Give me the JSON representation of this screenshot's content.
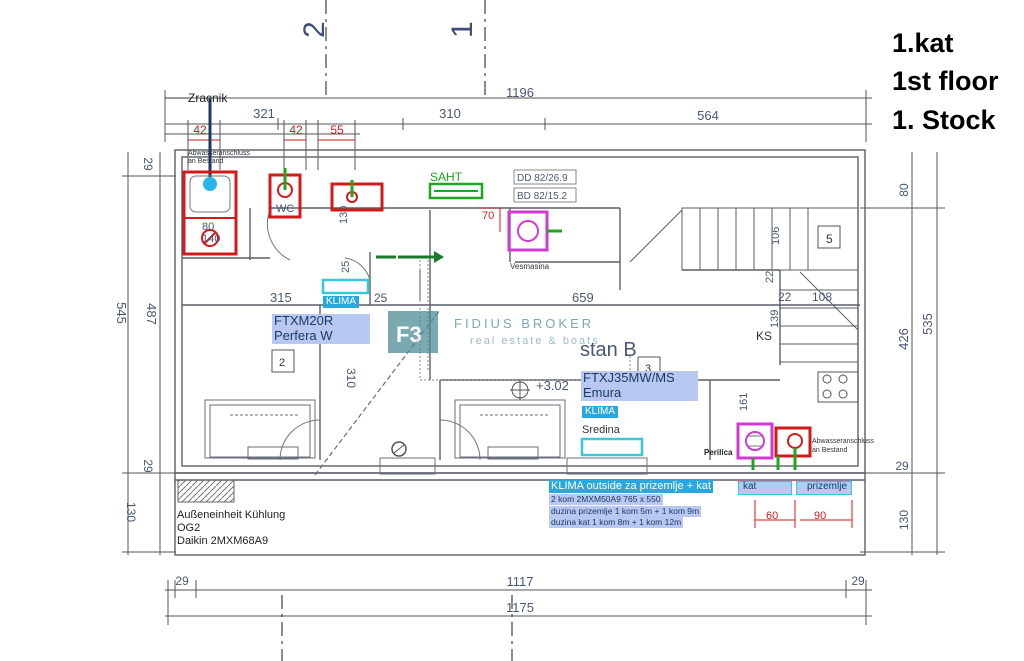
{
  "title": {
    "line1": "1.kat",
    "line2": "1st floor",
    "line3": "1. Stock"
  },
  "axes": {
    "two": "2",
    "one": "1"
  },
  "dims": {
    "total_top": "1196",
    "d321": "321",
    "d310_top": "310",
    "d564": "564",
    "d42a": "42",
    "d42b": "42",
    "d55": "55",
    "d29_left": "29",
    "d545": "545",
    "d487": "487",
    "d130_left": "130",
    "d29b_left": "29",
    "d80_right": "80",
    "d535": "535",
    "d426": "426",
    "d29_right": "29",
    "d130_right": "130",
    "d315": "315",
    "d659": "659",
    "d310_v": "310",
    "d130_v": "130",
    "d25a": "25",
    "d25b": "25",
    "d70": "70",
    "d106": "106",
    "d22a": "22",
    "d22b": "22",
    "d108": "108",
    "d139": "139",
    "d161": "161",
    "d29_bl": "29",
    "d1117": "1117",
    "d29_br": "29",
    "d1175": "1175",
    "d80_basin": "80",
    "d140": "140",
    "d60": "60",
    "d90": "90"
  },
  "labels": {
    "zracnik": "Zracnik",
    "abwasser1": "Abwasseranschluss",
    "abwasser1b": "an Bestand",
    "wc": "WC",
    "saht": "SAHT",
    "dd": "DD 82/26.9",
    "bd": "BD 82/15.2",
    "vesmasina": "Vesmasina",
    "room5": "5",
    "room2": "2",
    "room3": "3",
    "ks": "KS",
    "stan": "stan B",
    "level": "+3.02",
    "sredina": "Sredina",
    "perilica": "Perilica",
    "abwasser2": "Abwasseranschluss",
    "abwasser2b": "an Bestand",
    "aussen1": "Außeneinheit Kühlung",
    "aussen2": "OG2",
    "aussen3": "Daikin 2MXM68A9",
    "watermark_main": "FIDIUS BROKER",
    "watermark_sub": "real estate & boats",
    "logo": "F3"
  },
  "klima": {
    "unit1_model": "FTXM20R",
    "unit1_name": "Perfera W",
    "unit1_tag": "KLIMA",
    "unit2_model": "FTXJ35MW/MS",
    "unit2_name": "Emura",
    "unit2_tag": "KLIMA",
    "outside_title": "KLIMA outside za prizemlje + kat",
    "outside_l1": "2 kom 2MXM50A9 765 x 550",
    "outside_l2": "duzina prizemlje 1 kom  5m + 1 kom  9m",
    "outside_l3": "duzina kat 1 kom  8m + 1 kom  12m",
    "kat": "kat",
    "prizemlje": "prizemlje"
  },
  "colors": {
    "line": "#5a5f6a",
    "dim_blue": "#4a5878",
    "red": "#d21a1a",
    "green": "#1fa51f",
    "magenta": "#d13ad1",
    "cyan": "#38c8d8",
    "klima_bg": "#b8c8f0",
    "klima_tag": "#29a8e0",
    "navy": "#1a3a6a"
  }
}
